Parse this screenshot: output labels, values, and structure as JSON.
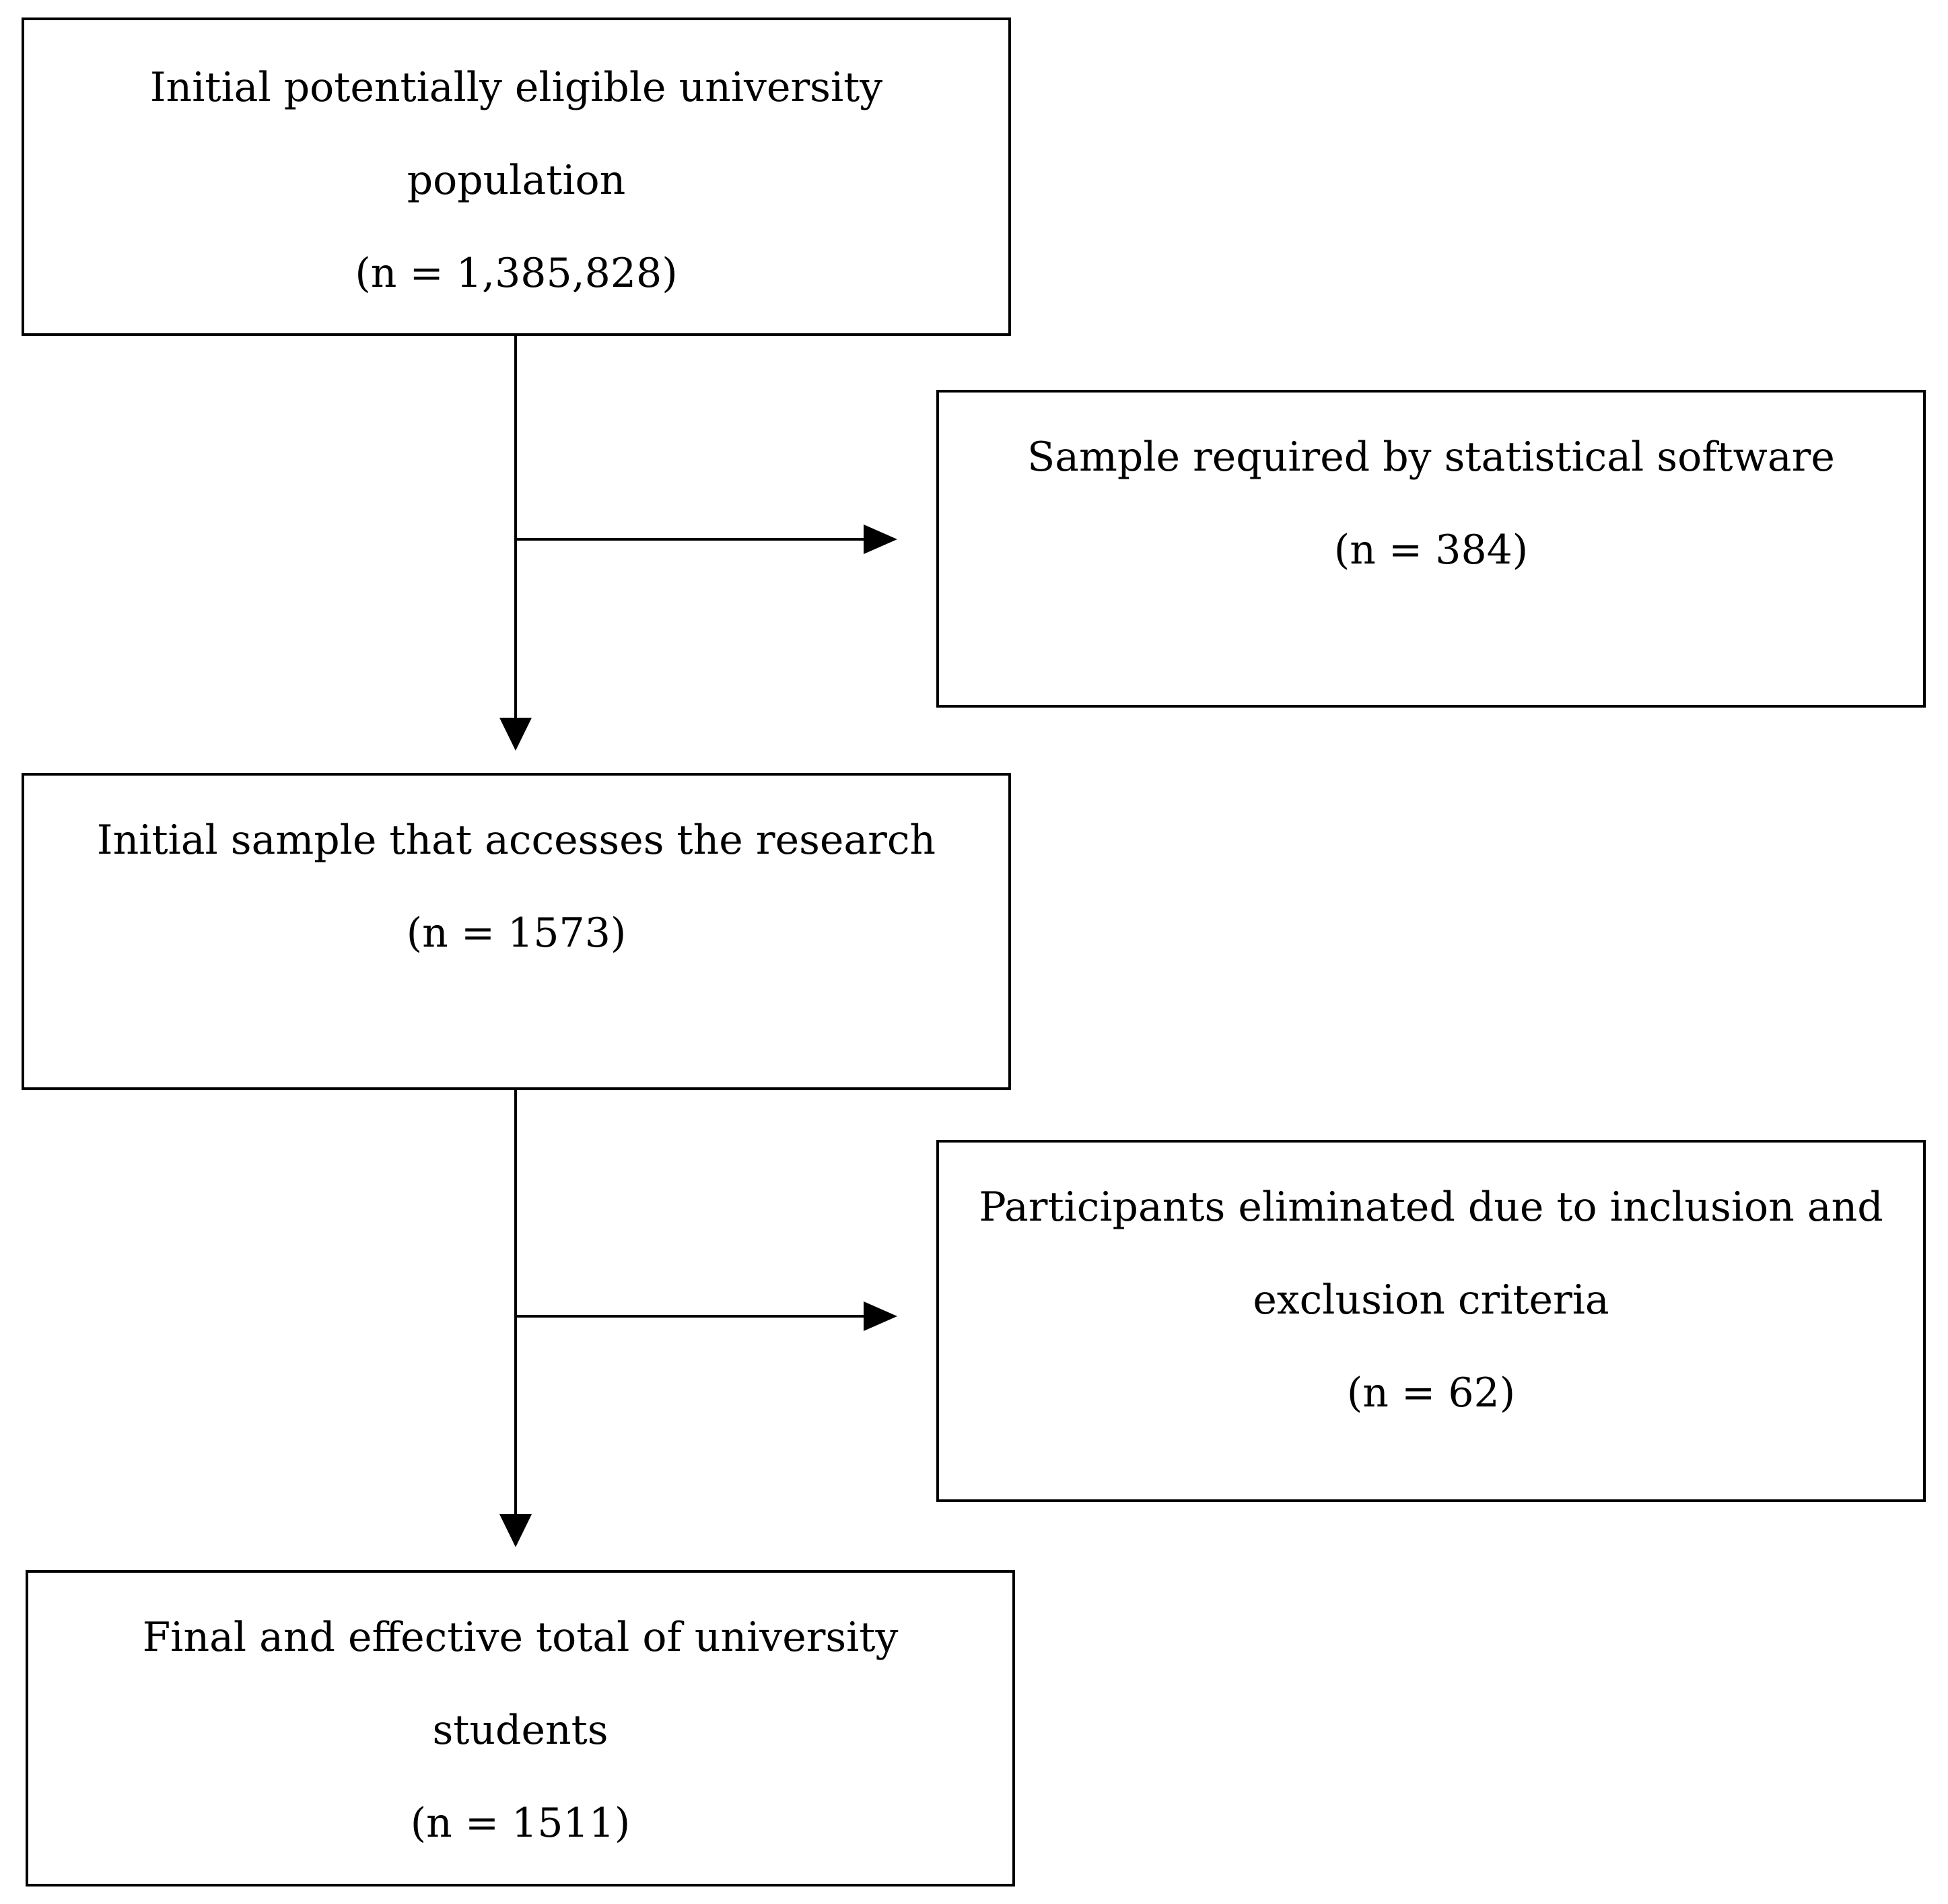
{
  "boxes": {
    "population": {
      "line1": "Initial potentially eligible university",
      "line2": "population",
      "count": "(n = 1,385,828)"
    },
    "required_sample": {
      "line1": "Sample required by statistical software",
      "count": "(n = 384)"
    },
    "initial_sample": {
      "line1": "Initial sample that accesses the research",
      "count": "(n = 1573)"
    },
    "eliminated": {
      "line1": "Participants eliminated due to inclusion and",
      "line2": "exclusion criteria",
      "count": "(n = 62)"
    },
    "final": {
      "line1": "Final and effective total of university",
      "line2": "students",
      "count": "(n = 1511)"
    }
  },
  "colors": {
    "stroke": "#000000",
    "background": "#ffffff"
  }
}
